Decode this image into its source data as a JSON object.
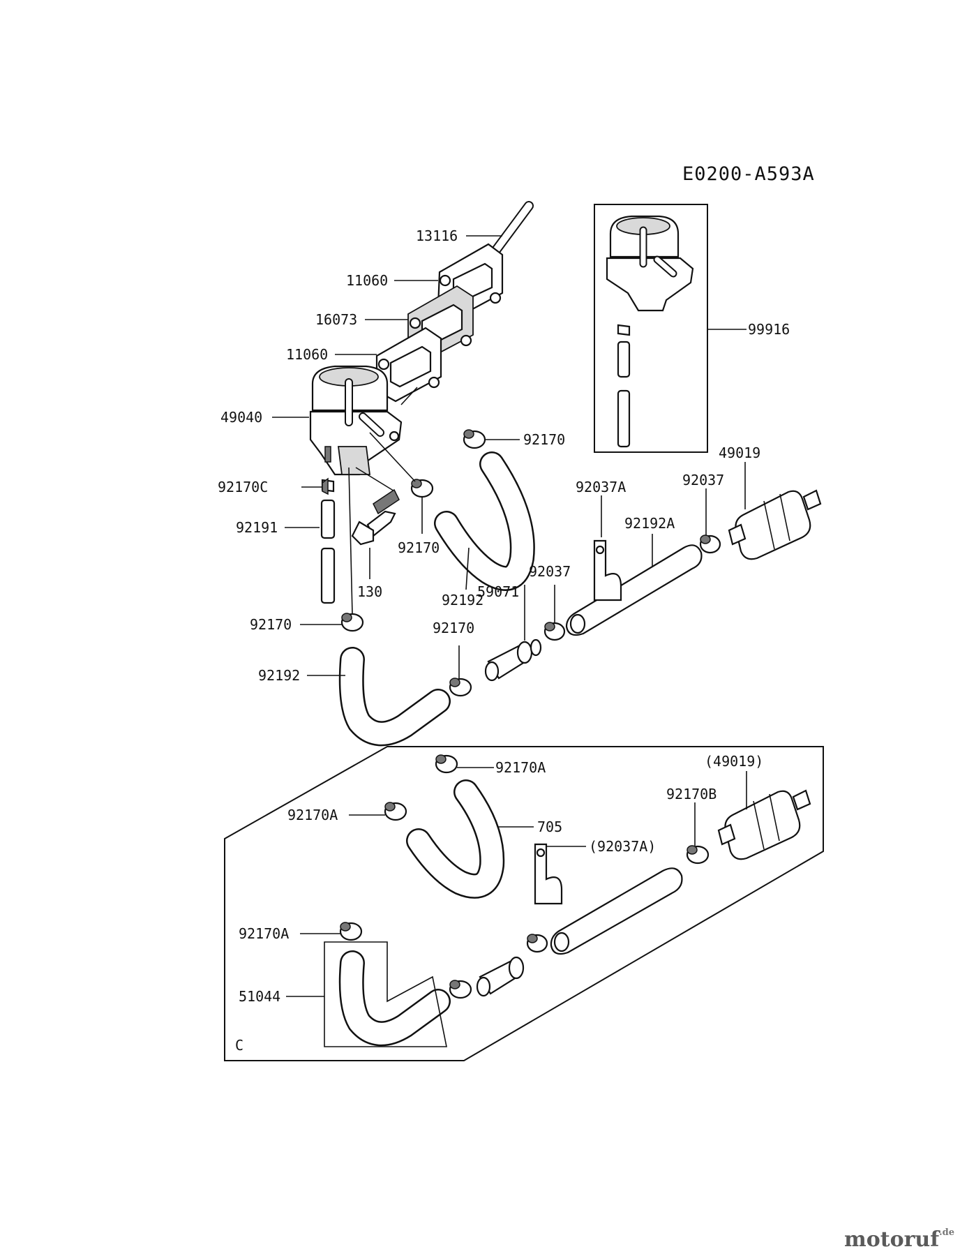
{
  "diagram": {
    "code": "E0200-A593A",
    "callouts": {
      "c13116": "13116",
      "c11060a": "11060",
      "c16073": "16073",
      "c11060b": "11060",
      "c49040": "49040",
      "c92170c": "92170C",
      "c92191": "92191",
      "c130": "130",
      "c92170top": "92170",
      "c92170mid": "92170",
      "c92192mid": "92192",
      "c92170low": "92170",
      "c92192low": "92192",
      "c92170lowr": "92170",
      "c59071": "59071",
      "c92037mid": "92037",
      "c92037a": "92037A",
      "c92192a": "92192A",
      "c92037r": "92037",
      "c49019": "49019",
      "c99916": "99916",
      "c92170a1": "92170A",
      "c92170a2": "92170A",
      "c705": "705",
      "c92037a_p": "(92037A)",
      "c49019_p": "(49019)",
      "c92170b": "92170B",
      "c92170a3": "92170A",
      "c51044": "51044",
      "c_box": "C"
    }
  },
  "watermark": {
    "brand": "motoruf",
    "tld": ".de"
  }
}
